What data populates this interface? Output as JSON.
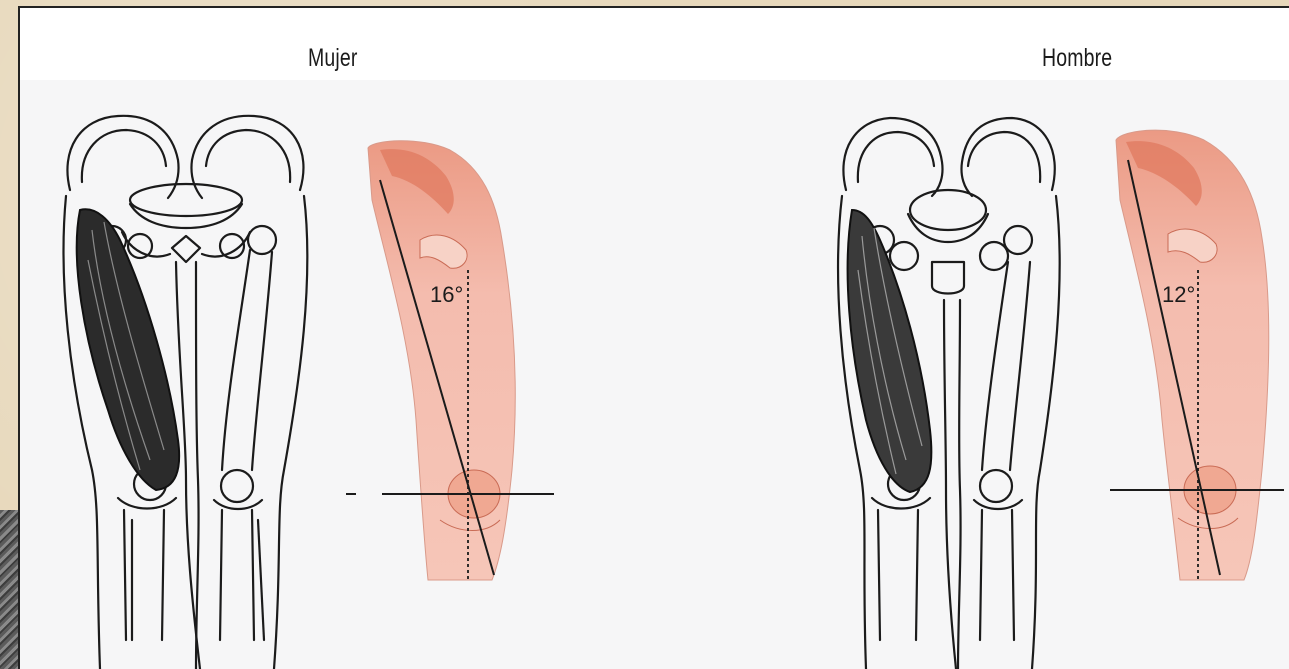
{
  "panels": {
    "woman": {
      "label": "Mujer",
      "angle": "16°"
    },
    "man": {
      "label": "Hombre",
      "angle": "12°"
    }
  },
  "colors": {
    "panel_bg": "#f6f6f7",
    "skin": "#f2b5a5",
    "skin_dark": "#e07a5f",
    "line": "#1b1b1b",
    "outer_bg": "#e7d8bb"
  }
}
